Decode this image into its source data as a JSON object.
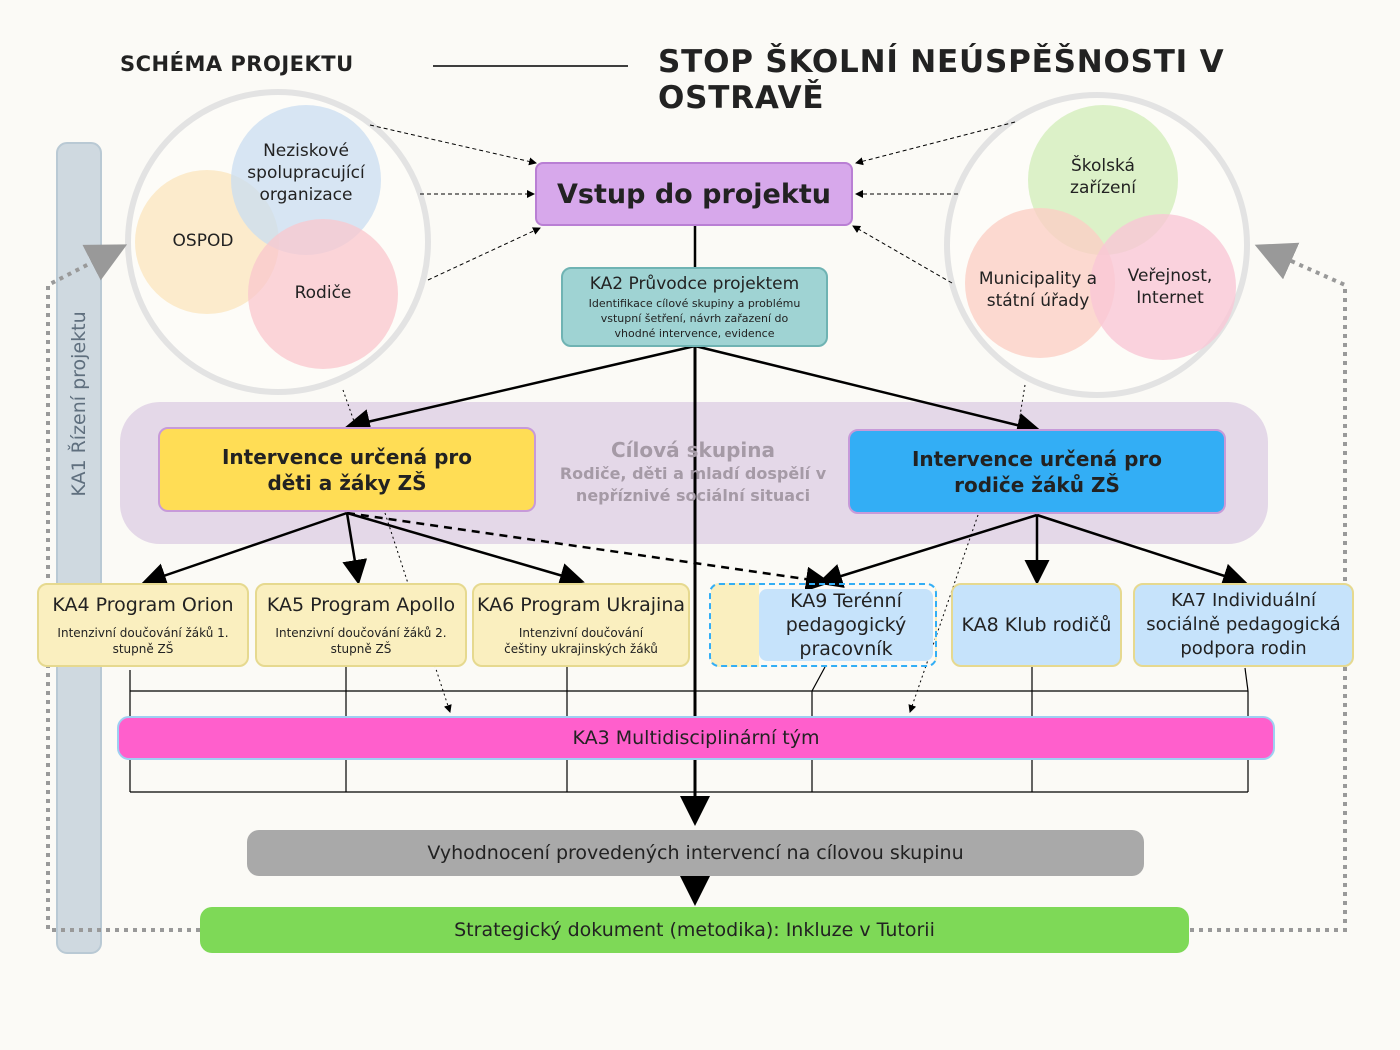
{
  "header": {
    "left_title": "SCHÉMA PROJEKTU",
    "right_title": "STOP ŠKOLNÍ NEÚSPĚŠNOSTI V OSTRAVĚ"
  },
  "left_cluster": {
    "ngo": "Neziskové spolupracující organizace",
    "ospod": "OSPOD",
    "parents": "Rodiče"
  },
  "right_cluster": {
    "schools": "Školská zařízení",
    "municipality": "Municipality a státní úřady",
    "public": "Veřejnost, Internet"
  },
  "entry": "Vstup do projektu",
  "ka2": {
    "title": "KA2 Průvodce projektem",
    "desc": "Identifikace cílové skupiny a problému vstupní šetření, návrh zařazení do vhodné intervence, evidence"
  },
  "ka1": "KA1 Řízení projektu",
  "target_group": {
    "title": "Cílová skupina",
    "desc": "Rodiče, děti a mladí dospělí v nepříznivé sociální situaci"
  },
  "intervention_children": "Intervence určená pro děti a žáky ZŠ",
  "intervention_parents": "Intervence určená pro rodiče žáků ZŠ",
  "programs": {
    "ka4": {
      "title": "KA4 Program Orion",
      "desc": "Intenzivní doučování žáků 1. stupně ZŠ"
    },
    "ka5": {
      "title": "KA5 Program Apollo",
      "desc": "Intenzivní doučování žáků 2. stupně ZŠ"
    },
    "ka6": {
      "title": "KA6 Program Ukrajina",
      "desc": "Intenzivní doučování češtiny ukrajinských žáků"
    },
    "ka9": {
      "title": "KA9 Terénní pedagogický pracovník"
    },
    "ka8": {
      "title": "KA8 Klub rodičů"
    },
    "ka7": {
      "title": "KA7 Individuální sociálně pedagogická podpora rodin"
    }
  },
  "ka3": "KA3 Multidisciplinární tým",
  "evaluation": "Vyhodnocení provedených intervencí na cílovou skupinu",
  "strategy": "Strategický dokument (metodika): Inkluze v Tutorii",
  "colors": {
    "entry": "#d7a8eb",
    "ka2": "#9fd3d3",
    "target_band": "#e4d8e8",
    "children": "#ffdd55",
    "parents": "#33aef5",
    "ka3": "#ff5fcc",
    "evaluation": "#a9a9a9",
    "strategy": "#7ed957",
    "ka1_bar": "#cfd9e0"
  }
}
